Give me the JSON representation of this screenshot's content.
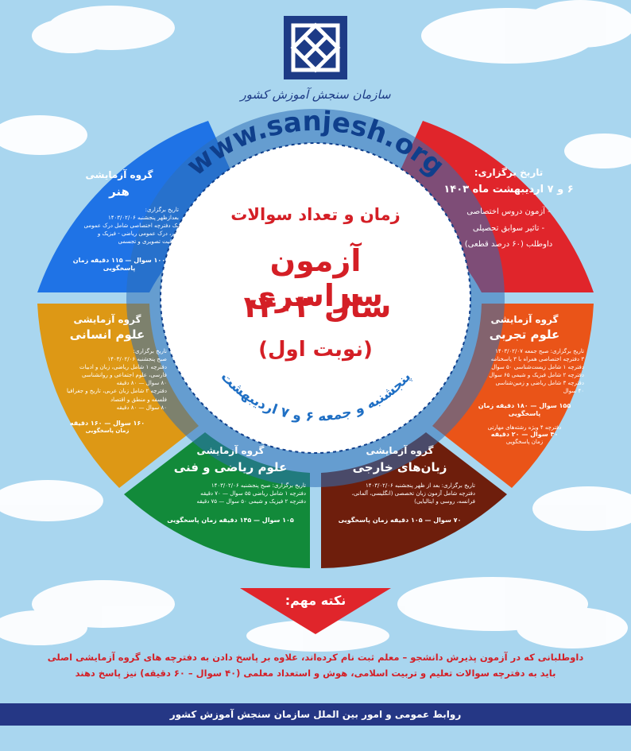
{
  "org": {
    "name": "سازمان سنجش آموزش کشور",
    "website": "www.sanjesh.org"
  },
  "center": {
    "subtitle": "زمان و تعداد سوالات",
    "title_line1": "آزمون سراسری",
    "title_line2": "سال ۱۴۰۳",
    "title_line3": "(نوبت اول)",
    "dates_arc": "پنجشنبه و جمعه ۶ و ۷ اردیبهشت"
  },
  "schedule": {
    "title": "تاریخ برگزاری:",
    "dates": "۶ و ۷ اردیبهشت ماه ۱۴۰۳",
    "items": [
      "- آزمون دروس اختصاصی",
      "- تاثیر سوابق تحصیلی",
      "داوطلب (۶۰ درصد قطعی)"
    ]
  },
  "groups": {
    "art": {
      "label": "گروه آزمایشی",
      "name": "هنر",
      "details": [
        "تاریخ برگزاری:",
        "بعدازظهر پنجشنبه ۱۴۰۳/۰۲/۰۶",
        "یک دفترچه اختصاصی شامل درک عمومی",
        "هنر، درک عمومی ریاضی - فیزیک و",
        "خلاقیت تصویری و تجسمی"
      ],
      "footer": "۱۰۰ سوال — ۱۱۵ دقیقه زمان پاسخگویی"
    },
    "humanities": {
      "label": "گروه آزمایشی",
      "name": "علوم انسانی",
      "details": [
        "تاریخ برگزاری:",
        "صبح پنجشنبه ۱۴۰۳/۰۲/۰۶",
        "دفترچه ۱ شامل ریاضی، زبان و ادبیات",
        "فارسی، علوم اجتماعی و روانشناسی",
        "۸۰ سوال — ۸۰ دقیقه",
        "دفترچه ۲ شامل زبان عربی، تاریخ و جغرافیا",
        "فلسفه و منطق و اقتصاد",
        "۸۰ سوال — ۸۰ دقیقه"
      ],
      "footer_line1": "۱۶۰ سوال — ۱۶۰ دقیقه",
      "footer_line2": "زمان پاسخگویی"
    },
    "math": {
      "label": "گروه آزمایشی",
      "name": "علوم ریاضی و فنی",
      "details": [
        "تاریخ برگزاری: صبح پنجشنبه ۱۴۰۳/۰۲/۰۶",
        "دفترچه ۱ شامل ریاضی ۵۵ سوال — ۷۰ دقیقه",
        "دفترچه ۲ فیزیک و شیمی ۵۰ سوال — ۷۵ دقیقه"
      ],
      "footer": "۱۰۵ سوال — ۱۴۵ دقیقه زمان پاسخگویی"
    },
    "languages": {
      "label": "گروه آزمایشی",
      "name": "زبان‌های خارجی",
      "details": [
        "تاریخ برگزاری: بعد از ظهر پنجشنبه ۱۴۰۳/۰۲/۰۶",
        "دفترچه شامل آزمون زبان تخصصی (انگلیسی، آلمانی،",
        "فرانسه، روسی و ایتالیایی)"
      ],
      "footer": "۷۰ سوال — ۱۰۵ دقیقه زمان پاسخگویی"
    },
    "science": {
      "label": "گروه آزمایشی",
      "name": "علوم تجربی",
      "details": [
        "تاریخ برگزاری: صبح جمعه ۱۴۰۳/۰۲/۰۷",
        "۳ دفترچه اختصاصی همراه با ۳ پاسخنامه",
        "دفترچه ۱ شامل زیست‌شناسی ۵۰ سوال",
        "دفترچه ۲ شامل فیزیک و شیمی ۶۵ سوال",
        "دفترچه ۳ شامل ریاضی و زمین‌شناسی",
        "۴۰ سوال"
      ],
      "footer": "۱۵۵ سوال — ۱۸۰ دقیقه زمان پاسخگویی",
      "extra1": "دفترچه ۴ ویژه رشته‌های مهارتی",
      "extra2": "۴۰ سوال — ۲۰ دقیقه",
      "extra3": "زمان پاسخگویی"
    }
  },
  "note": {
    "title": "نکته مهم:",
    "line1": "داوطلبانی که در آزمون پذیرش دانشجو – معلم ثبت نام کرده‌اند، علاوه بر پاسخ دادن به دفترچه های گروه آزمایشی اصلی",
    "line2": "باید به دفترچه سوالات تعلیم و تربیت اسلامی، هوش و استعداد معلمی (۴۰ سوال – ۶۰ دقیقه) نیز پاسخ دهند"
  },
  "footer": {
    "text": "روابط عمومی و امور بین الملل سازمان سنجش آموزش کشور"
  },
  "colors": {
    "sky": "#a9d6ef",
    "art": "#1f73e6",
    "humanities": "#dd9815",
    "math": "#128a3a",
    "languages": "#6e1e0c",
    "science": "#ea5418",
    "schedule": "#e0252b",
    "navy": "#253785",
    "red": "#d41f26"
  }
}
